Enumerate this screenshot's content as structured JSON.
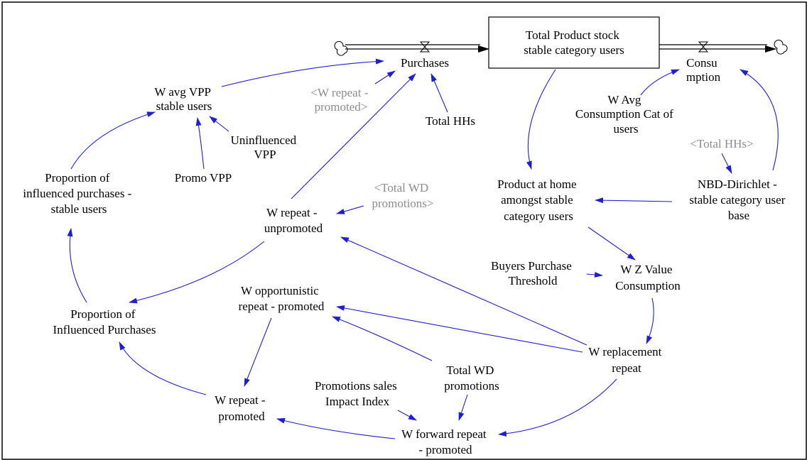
{
  "diagram": {
    "colors": {
      "link": "#1f1fd0",
      "shadow_text": "#8c8c8c",
      "text": "#000000",
      "frame": "#000000"
    },
    "stock": {
      "lines": [
        "Total Product stock",
        "stable category users"
      ]
    },
    "flows": {
      "purchases": [
        "Purchases"
      ],
      "consumption": [
        "Consu",
        "mption"
      ]
    },
    "variables": {
      "w_avg_vpp": [
        "W avg VPP",
        "stable users"
      ],
      "shadow_w_repeat_promoted": [
        "<W repeat -",
        "promoted>"
      ],
      "total_hhs": [
        "Total HHs"
      ],
      "w_avg_consumption": [
        "W Avg",
        "Consumption Cat of",
        "users"
      ],
      "uninfluenced_vpp": [
        "Uninfluenced",
        "VPP"
      ],
      "shadow_total_hhs": [
        "<Total HHs>"
      ],
      "promo_vpp": [
        "Promo VPP"
      ],
      "proportion_influenced_stable": [
        "Proportion of",
        "influenced purchases -",
        "stable users"
      ],
      "shadow_total_wd_promotions": [
        "<Total WD",
        "promotions>"
      ],
      "product_at_home": [
        "Product at home",
        "amongst stable",
        "category users"
      ],
      "nbd_dirichlet": [
        "NBD-Dirichlet -",
        "stable category user",
        "base"
      ],
      "w_repeat_unpromoted": [
        "W repeat -",
        "unpromoted"
      ],
      "buyers_threshold": [
        "Buyers Purchase",
        "Threshold"
      ],
      "w_z_value": [
        "W Z Value",
        "Consumption"
      ],
      "w_opportunistic": [
        "W opportunistic",
        "repeat - promoted"
      ],
      "proportion_influenced": [
        "Proportion of",
        "Influenced Purchases"
      ],
      "w_replacement": [
        "W replacement",
        "repeat"
      ],
      "total_wd_promotions": [
        "Total WD",
        "promotions"
      ],
      "promotions_sales_index": [
        "Promotions sales",
        "Impact Index"
      ],
      "w_repeat_promoted": [
        "W repeat -",
        "promoted"
      ],
      "w_forward_repeat": [
        "W forward repeat",
        "- promoted"
      ]
    }
  }
}
